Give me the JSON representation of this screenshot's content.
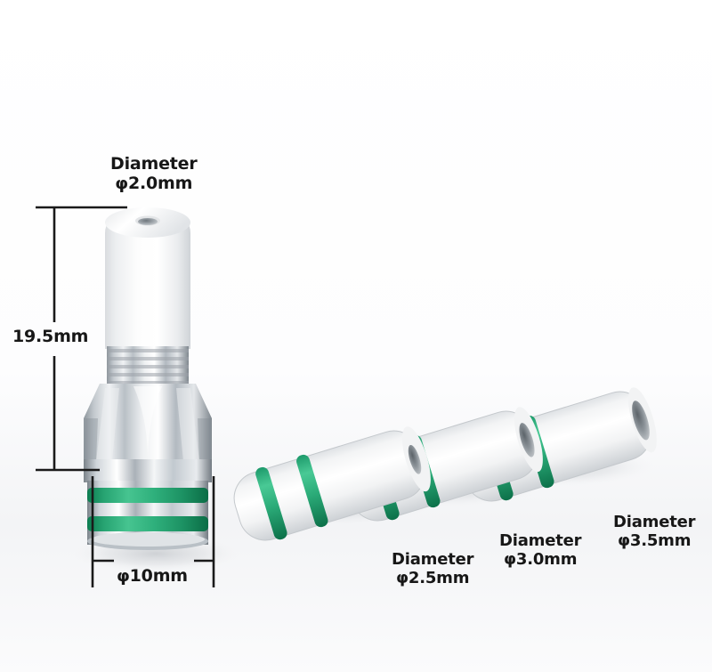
{
  "image": {
    "subject": "vape-drip-tip-size-chart",
    "background_color": "#ffffff",
    "text_color": "#171717",
    "accent_color": "#2CAF79",
    "metal_color": "#c9ced3",
    "ceramic_color": "#f4f5f6"
  },
  "annotations": {
    "top_bore": {
      "line1": "Diameter",
      "line2": "φ2.0mm"
    },
    "height": {
      "text": "19.5mm"
    },
    "base": {
      "text": "φ10mm"
    },
    "tip_2_5": {
      "line1": "Diameter",
      "line2": "φ2.5mm"
    },
    "tip_3_0": {
      "line1": "Diameter",
      "line2": "φ3.0mm"
    },
    "tip_3_5": {
      "line1": "Diameter",
      "line2": "φ3.5mm"
    }
  },
  "specs": {
    "height_mm": 19.5,
    "base_diameter_mm": 10,
    "bore_options_mm": [
      2.0,
      2.5,
      3.0,
      3.5
    ]
  }
}
